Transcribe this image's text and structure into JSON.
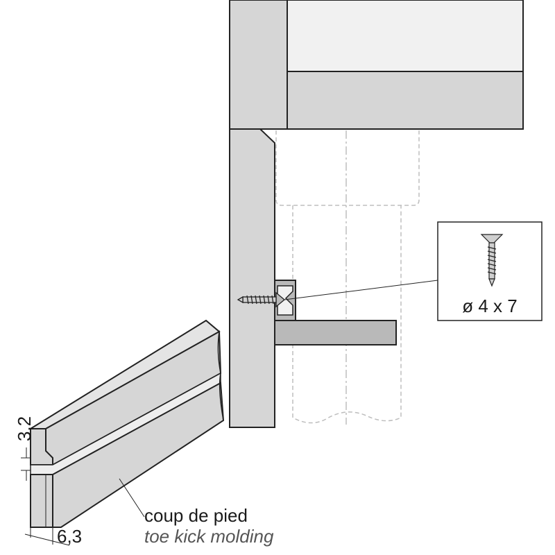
{
  "screw_callout": {
    "spec": "ø 4 x 7"
  },
  "dimensions": {
    "height_label": "3,2",
    "thickness_label": "6,3"
  },
  "labels": {
    "french": "coup de pied",
    "english": "toe kick molding"
  },
  "colors": {
    "panel_fill": "#d6d6d6",
    "cabinet_fill": "#f1f1f1",
    "outline": "#222222",
    "hidden_line": "#bdbdbd",
    "bracket_fill": "#b9b9b9"
  }
}
